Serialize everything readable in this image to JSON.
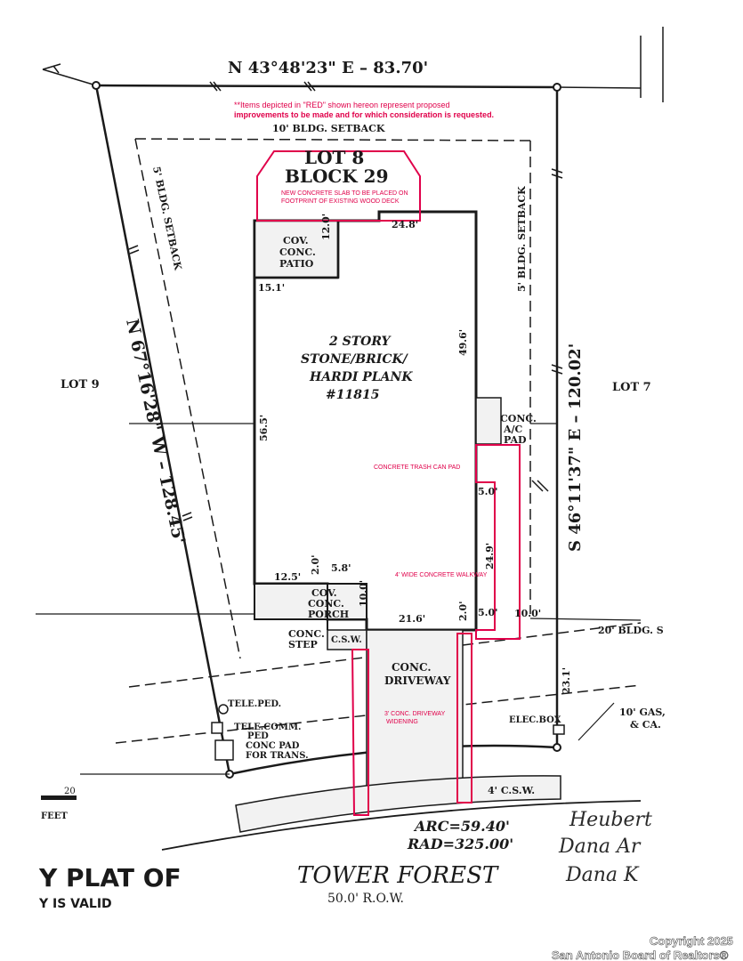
{
  "plat": {
    "north_bearing": "N 43°48'23\" E – 83.70'",
    "west_bearing": "N 67°16'28\" W – 128.45'",
    "east_bearing": "S 46°11'37\" E – 120.02'",
    "rear_setback": "10' BLDG. SETBACK",
    "left_setback": "5' BLDG. SETBACK",
    "right_setback": "5' BLDG. SETBACK",
    "front_setback": "20' BLDG. S",
    "lot_label": "LOT 8",
    "block_label": "BLOCK 29",
    "lot_left": "LOT 9",
    "lot_right": "LOT 7",
    "house_lines": [
      "2 STORY",
      "STONE/BRICK/",
      "HARDI PLANK",
      "#11815"
    ],
    "patio": [
      "COV.",
      "CONC.",
      "PATIO"
    ],
    "porch": [
      "COV.",
      "CONC.",
      "PORCH"
    ],
    "ac_pad": [
      "CONC.",
      "A/C",
      "PAD"
    ],
    "driveway": [
      "CONC.",
      "DRIVEWAY"
    ],
    "conc_step": [
      "CONC.",
      "STEP"
    ],
    "csw_top": "C.S.W.",
    "csw_bottom": "4' C.S.W.",
    "dims": {
      "d248": "24.8'",
      "d120": "12.0'",
      "d151": "15.1'",
      "d496": "49.6'",
      "d565": "56.5'",
      "d125": "12.5'",
      "d20a": "2.0'",
      "d58": "5.8'",
      "d100a": "10.0'",
      "d216": "21.6'",
      "d20b": "2.0'",
      "d50a": "5.0'",
      "d249": "24.9'",
      "d50b": "5.0'",
      "d100b": "10.0'",
      "d231": "23.1'"
    },
    "tele_ped": "TELE.PED.",
    "tele_comm": [
      "TELE.COMM.",
      "PED"
    ],
    "conc_pad_trans": [
      "CONC PAD",
      "FOR TRANS."
    ],
    "elec_box": "ELEC.BOX",
    "gas": [
      "10' GAS,",
      "& CA."
    ],
    "arc": "ARC=59.40'",
    "rad": "RAD=325.00'",
    "scale_num": "20",
    "scale_unit": "FEET",
    "street": "TOWER FOREST",
    "row": "50.0' R.O.W.",
    "plat_title": "Y PLAT OF",
    "valid_text": "Y IS VALID",
    "signature": [
      "Heubert",
      "Dana Ar",
      "Dana K"
    ]
  },
  "annotations": {
    "note_line1": "**Items depicted in \"RED\" shown hereon represent proposed",
    "note_line2": "improvements to be made and for which consideration is requested.",
    "slab_line1": "NEW CONCRETE SLAB TO BE PLACED ON",
    "slab_line2": "FOOTPRINT OF EXISTING WOOD DECK",
    "trash_pad": "CONCRETE TRASH CAN PAD",
    "walkway": "4' WIDE CONCRETE WALKWAY",
    "widening_line1": "3' CONC. DRIVEWAY",
    "widening_line2": "WIDENING"
  },
  "copyright": {
    "line1": "Copyright 2025",
    "line2": "San Antonio Board of Realtors®"
  },
  "colors": {
    "ink": "#1a1a1a",
    "red_markup": "#e0004a"
  }
}
